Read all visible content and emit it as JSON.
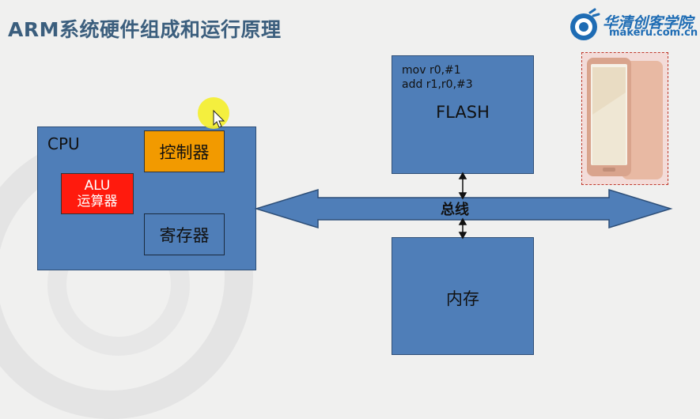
{
  "title": "ARM系统硬件组成和运行原理",
  "logo": {
    "name": "华清创客学院",
    "url": "makeru.com.cn"
  },
  "cpu": {
    "label": "CPU",
    "controller": "控制器",
    "alu_line1": "ALU",
    "alu_line2": "运算器",
    "register": "寄存器"
  },
  "flash": {
    "code_line1": "mov r0,#1",
    "code_line2": "add  r1,r0,#3",
    "label": "FLASH"
  },
  "memory": {
    "label": "内存"
  },
  "bus": {
    "label": "总线"
  },
  "colors": {
    "box_blue": "#4f7eb8",
    "controller_orange": "#f29a00",
    "alu_red": "#ff1a0d",
    "pointer_yellow": "#f4ee2a"
  },
  "icons": [
    "logo-icon",
    "phone-image",
    "cursor-pointer-icon"
  ]
}
